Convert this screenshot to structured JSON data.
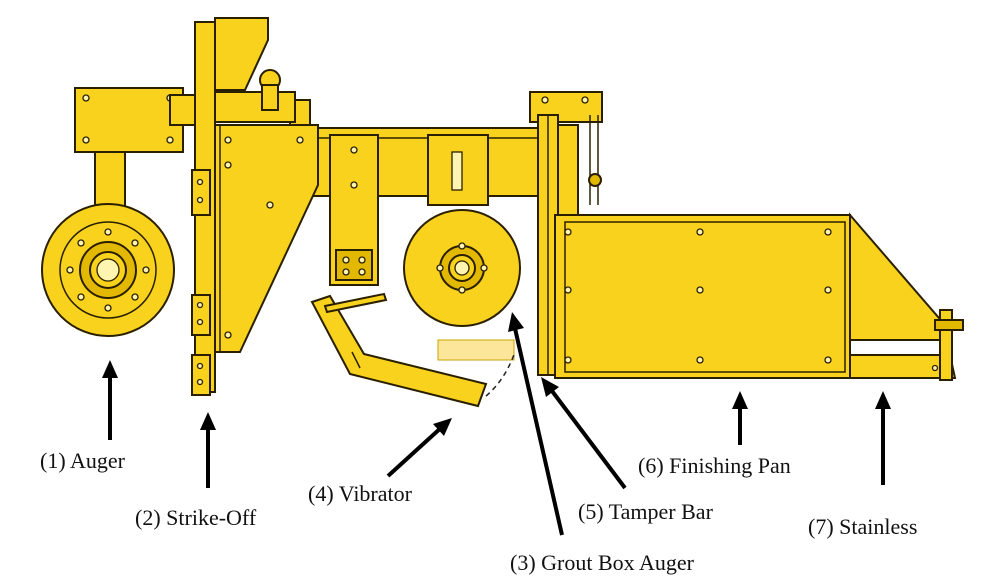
{
  "colors": {
    "accent": "#f8d21c",
    "accent_dark": "#e3b800",
    "outline": "#2a2000",
    "pale": "#fbe69a"
  },
  "labels": {
    "auger": "(1) Auger",
    "strike_off": "(2) Strike-Off",
    "grout_box_auger": "(3) Grout Box Auger",
    "vibrator": "(4) Vibrator",
    "tamper_bar": "(5) Tamper Bar",
    "finishing_pan": "(6) Finishing Pan",
    "stainless": "(7) Stainless"
  }
}
